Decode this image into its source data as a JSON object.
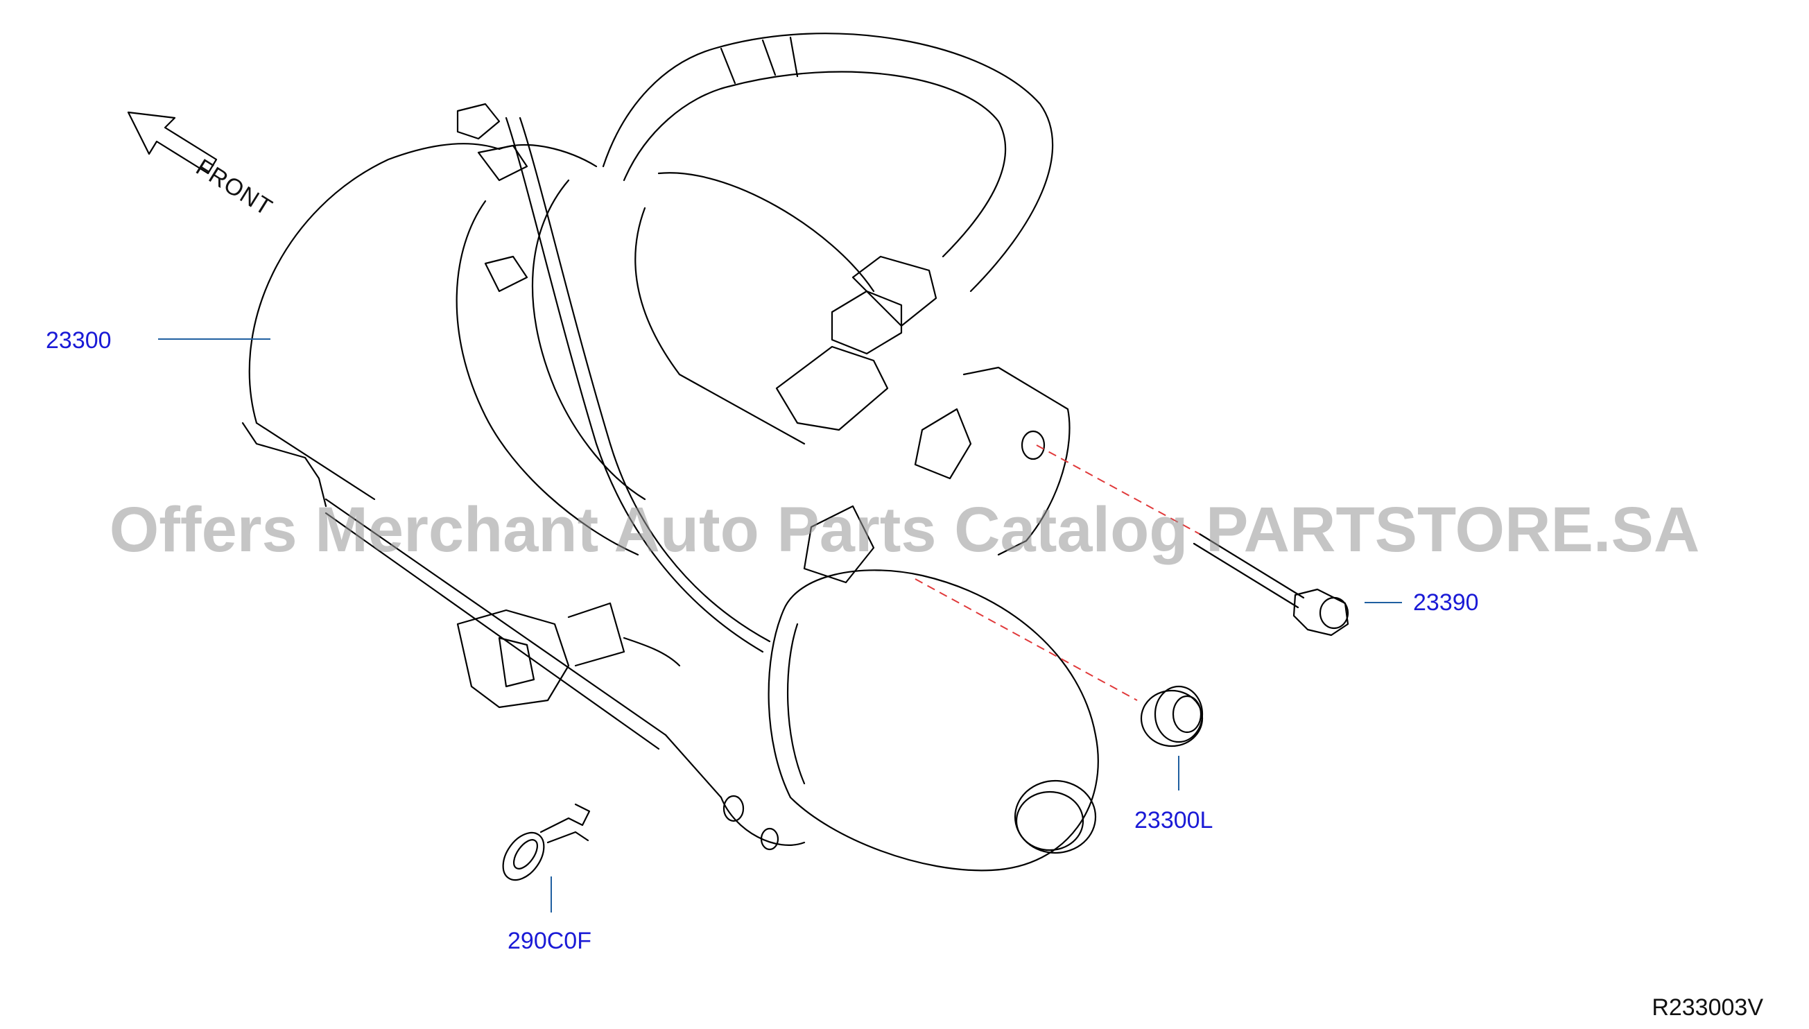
{
  "diagram": {
    "orientation": {
      "label": "FRONT"
    },
    "callouts": [
      {
        "id": "starter-motor",
        "text": "23300"
      },
      {
        "id": "bolt",
        "text": "23390"
      },
      {
        "id": "nut",
        "text": "23300L"
      },
      {
        "id": "clip",
        "text": "290C0F"
      }
    ],
    "diagram_code": "R233003V",
    "watermark": "Offers Merchant Auto Parts Catalog PARTSTORE.SA",
    "colors": {
      "line_art": "#000000",
      "callout_text": "#1a1ad6",
      "leader_line": "#1f5fa0",
      "hidden_line": "#e0393a",
      "watermark": "#969696"
    }
  }
}
